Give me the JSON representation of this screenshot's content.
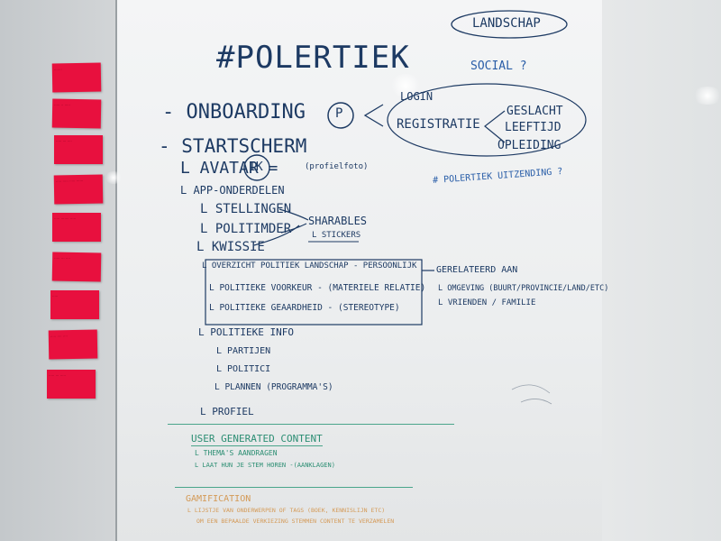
{
  "title": "#POLERTIEK",
  "corner_note": "LANDSCHAP",
  "social_note": "SOCIAL ?",
  "outline": [
    {
      "text": "- ONBOARDING",
      "id": "onboarding"
    },
    {
      "text": "P",
      "id": "p-circle"
    },
    {
      "text": "LOGIN",
      "id": "login"
    },
    {
      "text": "REGISTRATIE",
      "id": "registratie"
    },
    {
      "text": "GESLACHT",
      "id": "geslacht"
    },
    {
      "text": "LEEFTIJD",
      "id": "leeftijd"
    },
    {
      "text": "OPLEIDING",
      "id": "opleiding"
    },
    {
      "text": "- STARTSCHERM",
      "id": "startscherm"
    },
    {
      "text": "L AVATAR =",
      "id": "avatar"
    },
    {
      "text": "IK",
      "id": "ik"
    },
    {
      "text": "(profielfoto)",
      "id": "profielfoto"
    },
    {
      "text": "L APP-ONDERDELEN",
      "id": "app-onderdelen"
    },
    {
      "text": "L STELLINGEN",
      "id": "stellingen"
    },
    {
      "text": "L POLITIMDER",
      "id": "politimder"
    },
    {
      "text": "L KWISSIE",
      "id": "kwissie"
    },
    {
      "text": "SHARABLES",
      "id": "sharables"
    },
    {
      "text": "L STICKERS",
      "id": "stickers"
    },
    {
      "text": "# POLERTIEK UITZENDING ?",
      "id": "uitzending"
    },
    {
      "text": "L OVERZICHT POLITIEK LANDSCHAP - PERSOONLIJK",
      "id": "overzicht"
    },
    {
      "text": "L POLITIEKE VOORKEUR - (MATERIELE RELATIE)",
      "id": "voorkeur"
    },
    {
      "text": "L POLITIEKE GEAARDHEID - (STEREOTYPE)",
      "id": "geaardheid"
    },
    {
      "text": "GERELATEERD AAN",
      "id": "gerelateerd"
    },
    {
      "text": "L OMGEVING (BUURT/PROVINCIE/LAND/ETC)",
      "id": "omgeving"
    },
    {
      "text": "L VRIENDEN / FAMILIE",
      "id": "vrienden"
    },
    {
      "text": "L POLITIEKE INFO",
      "id": "politieke-info"
    },
    {
      "text": "L PARTIJEN",
      "id": "partijen"
    },
    {
      "text": "L POLITICI",
      "id": "politici"
    },
    {
      "text": "L PLANNEN (PROGRAMMA'S)",
      "id": "plannen"
    },
    {
      "text": "L PROFIEL",
      "id": "profiel"
    }
  ],
  "green_section": {
    "heading": "USER GENERATED CONTENT",
    "items": [
      "L THEMA'S AANDRAGEN",
      "L LAAT HUN JE STEM HOREN -(AANKLAGEN)"
    ]
  },
  "orange_section": {
    "heading": "GAMIFICATION",
    "items": [
      "L LIJSTJE VAN ONDERWERPEN OF TAGS (BOEK, KENNISLIJN ETC)",
      "OM EEN BEPAALDE VERKIEZING STEMMEN CONTENT TE VERZAMELEN"
    ]
  },
  "sticky_notes": [
    {
      "text": "......."
    },
    {
      "text": "..... .. ....."
    },
    {
      "text": "..... ... ...."
    },
    {
      "text": "..... ..... ..... ......"
    },
    {
      "text": "..... ....... ....."
    },
    {
      "text": "..... ... ...."
    },
    {
      "text": "....."
    },
    {
      "text": "..... .... ...."
    },
    {
      "text": "..... ... ....."
    }
  ],
  "colors": {
    "ink_blue": "#1d3a63",
    "marker_green": "#2c8e73",
    "marker_orange": "#d49a57",
    "sticky_red": "#e8103e"
  }
}
